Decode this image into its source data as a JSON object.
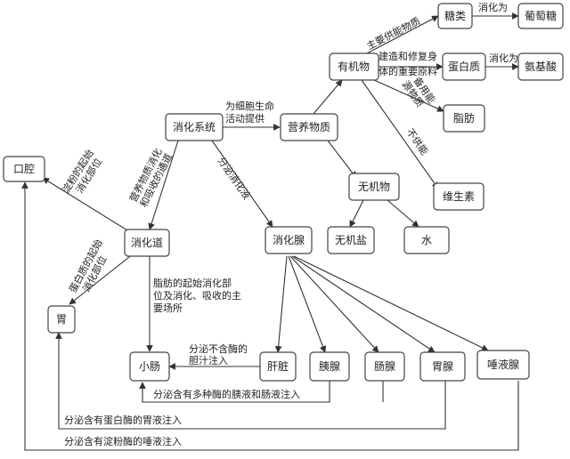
{
  "nodes": {
    "mouth": "口腔",
    "digestive_system": "消化系统",
    "nutrients": "营养物质",
    "organic": "有机物",
    "sugars": "糖类",
    "glucose": "葡萄糖",
    "protein": "蛋白质",
    "amino_acid": "氨基酸",
    "fat": "脂肪",
    "vitamin": "维生素",
    "inorganic": "无机物",
    "salt": "无机盐",
    "water": "水",
    "tract": "消化道",
    "glands": "消化腺",
    "stomach": "胃",
    "small_intestine": "小肠",
    "liver": "肝脏",
    "pancreas": "胰腺",
    "intestinal_gland": "肠腺",
    "gastric_gland": "胃腺",
    "salivary_gland": "唾液腺"
  },
  "labels": {
    "provide_energy": "为细胞生命活动提供",
    "main_energy": "主要供能物质",
    "digest_to_1": "消化为",
    "build_repair": "建造和修复身体的重要原料",
    "digest_to_2": "消化为",
    "reserve_energy": "备用能源物质",
    "no_energy": "不供能",
    "passage": "营养物质消化和吸收的通道",
    "secrete_juice": "分泌消化液",
    "starch_start": "淀粉的起始消化部位",
    "protein_start": "蛋白质的起始消化部位",
    "fat_start": "脂肪的起始消化部位及消化、吸收的主要场所",
    "bile": "分泌不含酶的胆汁注入",
    "pancreatic": "分泌含有多种酶的胰液和肠液注入",
    "gastric": "分泌含有蛋白酶的胃液注入",
    "saliva": "分泌含有淀粉酶的唾液注入"
  }
}
